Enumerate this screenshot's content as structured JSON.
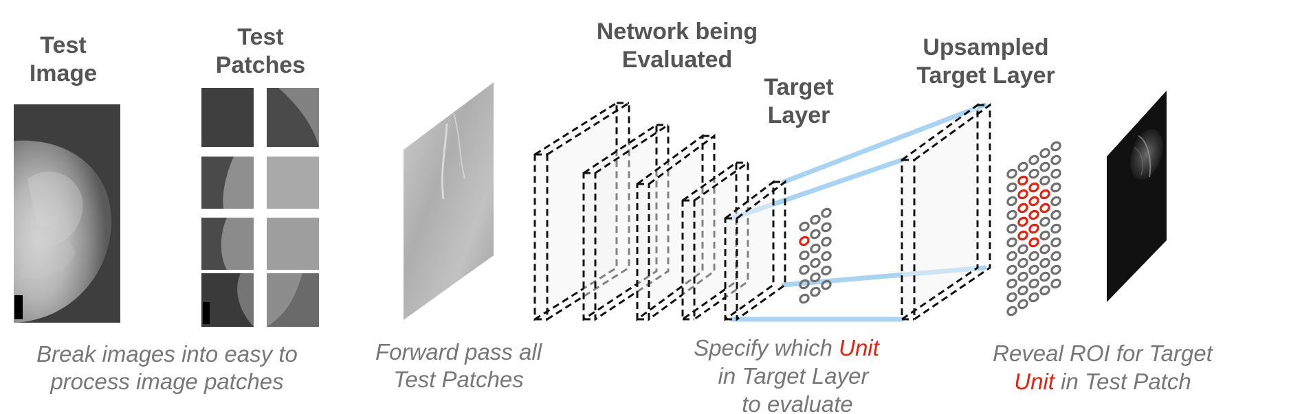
{
  "titles": {
    "test_image": [
      "Test",
      "Image"
    ],
    "test_patches": [
      "Test",
      "Patches"
    ],
    "network": [
      "Network being",
      "Evaluated"
    ],
    "target_layer": [
      "Target",
      "Layer"
    ],
    "upsampled": [
      "Upsampled",
      "Target Layer"
    ]
  },
  "captions": {
    "break": [
      "Break images into easy to",
      "process image patches"
    ],
    "forward": [
      "Forward pass all",
      "Test Patches"
    ],
    "specify": {
      "line1_prefix": "Specify which ",
      "line1_highlight": "Unit",
      "line2": "in Target Layer",
      "line3": "to evaluate"
    },
    "reveal": {
      "line1": "Reveal ROI for Target",
      "line2_highlight": "Unit",
      "line2_suffix": " in Test Patch"
    }
  },
  "colors": {
    "title": "#555555",
    "caption": "#777777",
    "highlight": "#e8210f",
    "projection": "#a9d3f3",
    "unit_ring": "#6f6f6f"
  },
  "grids": {
    "target_layer": {
      "rows": 6,
      "cols": 3,
      "highlighted": [
        [
          1,
          0
        ]
      ]
    },
    "upsampled": {
      "rows": 11,
      "cols": 5,
      "highlighted": [
        [
          1,
          1
        ],
        [
          2,
          1
        ],
        [
          2,
          2
        ],
        [
          3,
          1
        ],
        [
          3,
          2
        ],
        [
          3,
          3
        ],
        [
          4,
          1
        ],
        [
          4,
          2
        ],
        [
          4,
          3
        ],
        [
          5,
          1
        ],
        [
          5,
          2
        ],
        [
          6,
          2
        ]
      ]
    }
  }
}
